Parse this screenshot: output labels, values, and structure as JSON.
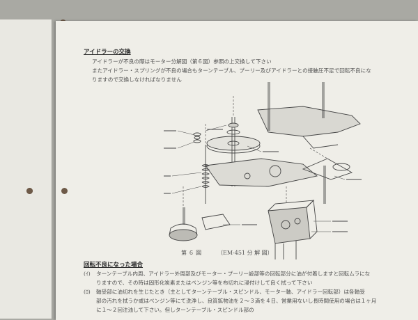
{
  "section1": {
    "heading": "アイドラーの交換",
    "lines": [
      "アイドラーが不良の際はモーター分解図（第６図）参照の上交換して下さい",
      "またアイドラー・スプリングが不良の場合もターンテーブル、プーリー及びアイドラーとの接触圧不足で回転不良にな",
      "りますので交換しなければなりません"
    ]
  },
  "figure": {
    "label": "第 ６ 図",
    "name": "（EM-451 分 解 図）"
  },
  "section2": {
    "heading": "回転不良になった場合",
    "items": [
      {
        "marker": "(ｲ)",
        "text": "ターンテーブル内周、アイドラー外周部及びモーター・プーリー設部等の回転部分に油が付着しますと回転ムラにな"
      },
      {
        "marker": "",
        "text": "りますので、その時は固形化炭素またはベンジン等を布切れに浸付けして良く拭って下さい"
      },
      {
        "marker": "(ﾛ)",
        "text": "軸受部に油切れを生じたとき（主としてターンテーブル・スピンドル、モーター軸、アイドラー回転部）は各軸受"
      },
      {
        "marker": "",
        "text": "部の汚れを拭うか或はベンジン等にて洗浄し、良質鉱物油を２～３滴を４日、営業用ないし長時間使用の場合は１ヶ月"
      },
      {
        "marker": "",
        "text": "に１～２回注油して下さい。但しターンテーブル・スピンドル部の"
      }
    ]
  },
  "colors": {
    "paper": "#efeee8",
    "ink": "#4e4e4e",
    "background": "#a9a9a3"
  }
}
